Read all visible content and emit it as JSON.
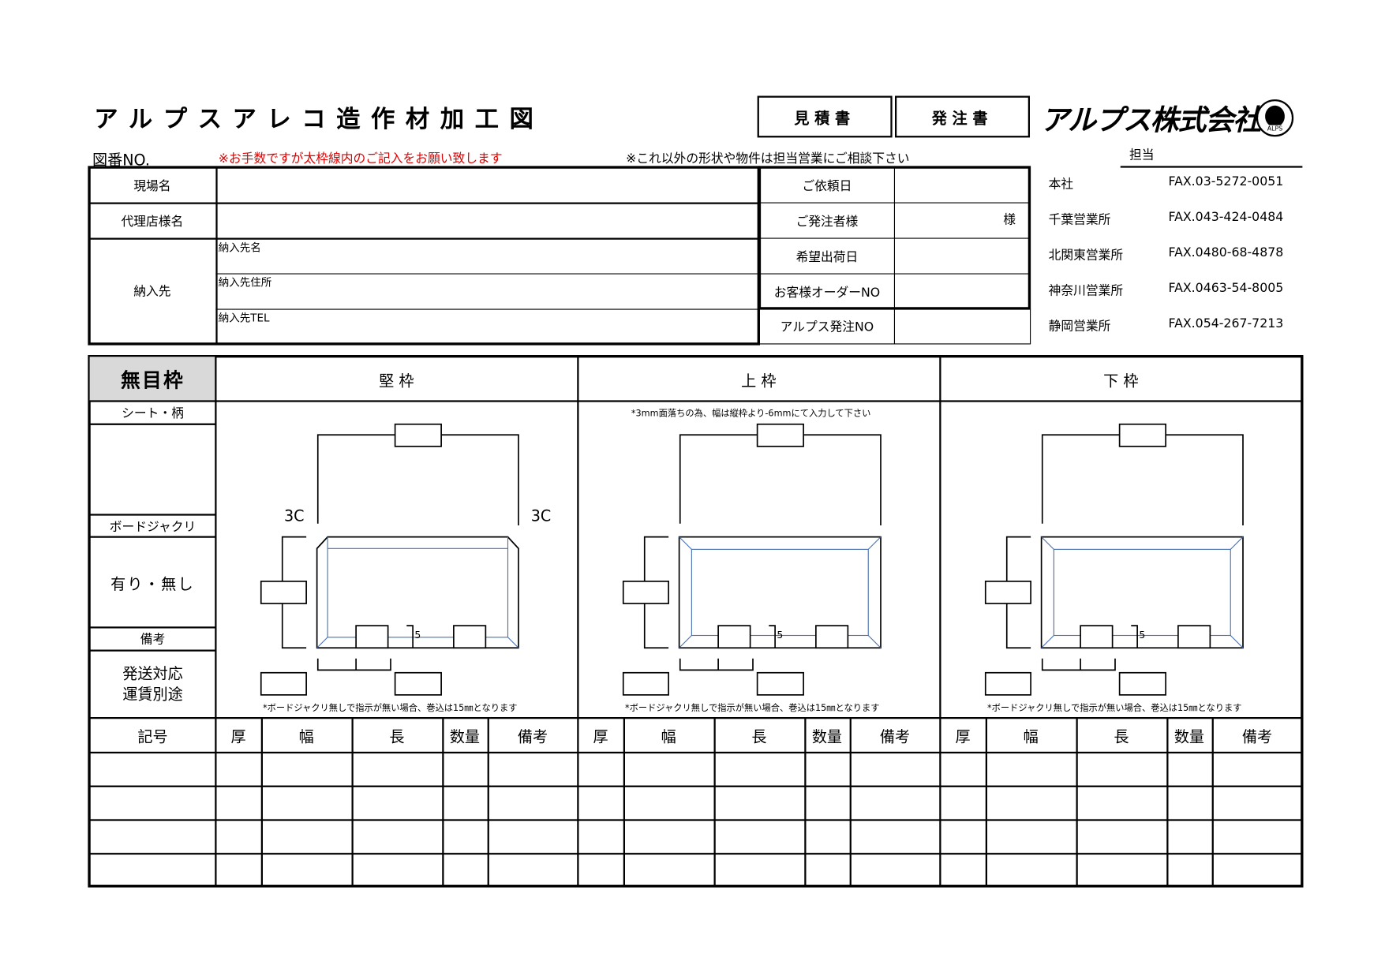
{
  "header": {
    "title": "アルプスアレコ造作材加工図",
    "drawing_no_label": "図番NO.",
    "notice_red": "※お手数ですが太枠線内のご記入をお願い致します",
    "notice": "※これ以外の形状や物件は担当営業にご相談下さい",
    "buttons": {
      "estimate": "見積書",
      "order": "発注書"
    },
    "company": "アルプス株式会社",
    "logo_text": "ALPS",
    "tanto_label": "担当",
    "accent_red": "#e00000"
  },
  "form": {
    "site_name": "現場名",
    "agency_name": "代理店様名",
    "delivery": "納入先",
    "delivery_name": "納入先名",
    "delivery_address": "納入先住所",
    "delivery_tel": "納入先TEL",
    "request_date": "ご依頼日",
    "orderer": "ご発注者様",
    "orderer_suffix": "様",
    "ship_date": "希望出荷日",
    "customer_order_no": "お客様オーダーNO",
    "alps_order_no": "アルプス発注NO"
  },
  "offices": [
    {
      "name": "本社",
      "fax": "FAX.03-5272-0051"
    },
    {
      "name": "千葉営業所",
      "fax": "FAX.043-424-0484"
    },
    {
      "name": "北関東営業所",
      "fax": "FAX.0480-68-4878"
    },
    {
      "name": "神奈川営業所",
      "fax": "FAX.0463-54-8005"
    },
    {
      "name": "静岡営業所",
      "fax": "FAX.054-267-7213"
    }
  ],
  "side": {
    "type": "無目枠",
    "sheet": "シート・柄",
    "board": "ボードジャクリ",
    "board_value": "有り・無し",
    "remarks": "備考",
    "shipping1": "発送対応",
    "shipping2": "運賃別途",
    "header_bg": "#d9d9d9"
  },
  "panels": [
    {
      "title": "堅 枠",
      "label_3c": "3C",
      "dim5": "5",
      "top_note": "",
      "note": "*ボードジャクリ無しで指示が無い場合、巻込は15㎜となります"
    },
    {
      "title": "上 枠",
      "label_3c": "",
      "dim5": "5",
      "top_note": "*3mm面落ちの為、幅は縦枠より-6mmにて入力して下さい",
      "note": "*ボードジャクリ無しで指示が無い場合、巻込は15㎜となります"
    },
    {
      "title": "下 枠",
      "label_3c": "",
      "dim5": "5",
      "top_note": "",
      "note": "*ボードジャクリ無しで指示が無い場合、巻込は15㎜となります"
    }
  ],
  "table": {
    "mark": "記号",
    "columns": [
      "厚",
      "幅",
      "長",
      "数量",
      "備考"
    ],
    "row_count": 4
  },
  "colors": {
    "inner_line": "#4a72b0"
  }
}
